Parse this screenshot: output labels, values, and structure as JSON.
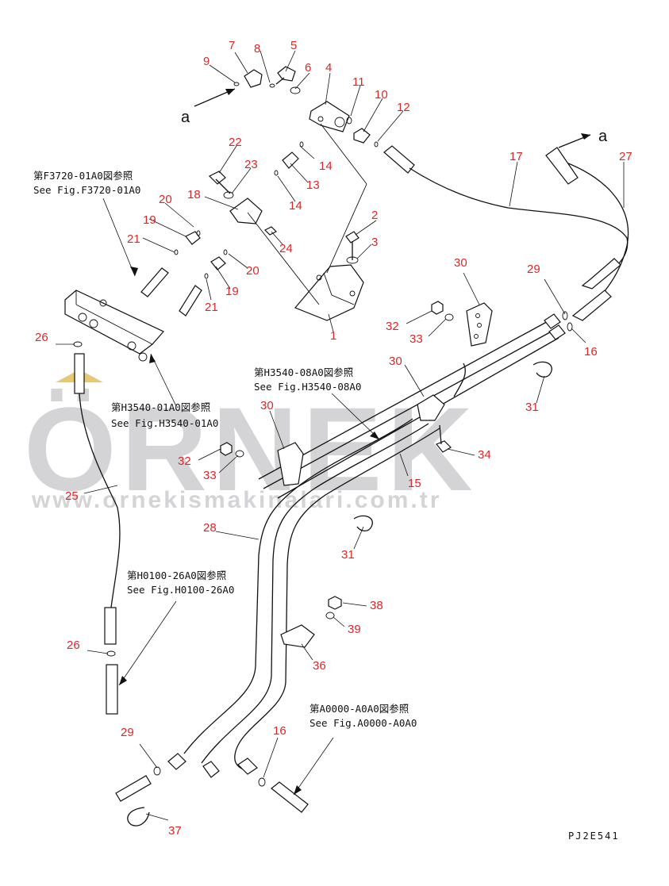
{
  "watermark": {
    "brand": "ÖRNEK",
    "url": "www.ornekismakinalari.com.tr",
    "color": "#d4d4d6",
    "accent": "#e9c872"
  },
  "drawing_code": "PJ2E541",
  "view_marker": "a",
  "references": {
    "f3720": {
      "jp": "第F3720-01A0図参照",
      "en": "See Fig.F3720-01A0"
    },
    "h3540_01": {
      "jp": "第H3540-01A0図参照",
      "en": "See Fig.H3540-01A0"
    },
    "h3540_08": {
      "jp": "第H3540-08A0図参照",
      "en": "See Fig.H3540-08A0"
    },
    "h0100": {
      "jp": "第H0100-26A0図参照",
      "en": "See Fig.H0100-26A0"
    },
    "a0000": {
      "jp": "第A0000-A0A0図参照",
      "en": "See Fig.A0000-A0A0"
    }
  },
  "callouts": {
    "c1": "1",
    "c2": "2",
    "c3": "3",
    "c4": "4",
    "c5": "5",
    "c6": "6",
    "c7": "7",
    "c8": "8",
    "c9": "9",
    "c10": "10",
    "c11": "11",
    "c12": "12",
    "c13": "13",
    "c14a": "14",
    "c14b": "14",
    "c15": "15",
    "c16a": "16",
    "c16b": "16",
    "c17": "17",
    "c18": "18",
    "c19a": "19",
    "c19b": "19",
    "c20a": "20",
    "c20b": "20",
    "c21a": "21",
    "c21b": "21",
    "c22": "22",
    "c23": "23",
    "c24": "24",
    "c25": "25",
    "c26a": "26",
    "c26b": "26",
    "c27": "27",
    "c28": "28",
    "c29a": "29",
    "c29b": "29",
    "c30a": "30",
    "c30b": "30",
    "c30c": "30",
    "c31a": "31",
    "c31b": "31",
    "c32a": "32",
    "c32b": "32",
    "c33a": "33",
    "c33b": "33",
    "c34": "34",
    "c36": "36",
    "c37": "37",
    "c38": "38",
    "c39": "39"
  }
}
